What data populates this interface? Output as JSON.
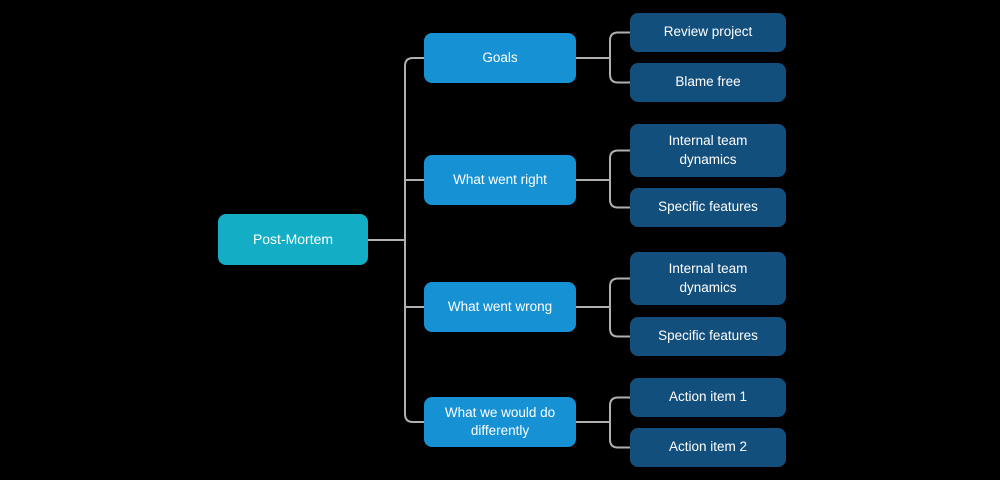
{
  "colors": {
    "background": "#000000",
    "root_fill": "#13AEC5",
    "branch_fill": "#1691D3",
    "leaf_fill": "#134F7C",
    "connector": "#B0B0B0",
    "text": "#FFFFFF"
  },
  "root": {
    "label": "Post-Mortem"
  },
  "branches": [
    {
      "label": "Goals",
      "children": [
        {
          "label": "Review project"
        },
        {
          "label": "Blame free"
        }
      ]
    },
    {
      "label": "What went right",
      "children": [
        {
          "label": "Internal team dynamics"
        },
        {
          "label": "Specific features"
        }
      ]
    },
    {
      "label": "What went wrong",
      "children": [
        {
          "label": "Internal team dynamics"
        },
        {
          "label": "Specific features"
        }
      ]
    },
    {
      "label": "What we would do differently",
      "children": [
        {
          "label": "Action item 1"
        },
        {
          "label": "Action item 2"
        }
      ]
    }
  ]
}
